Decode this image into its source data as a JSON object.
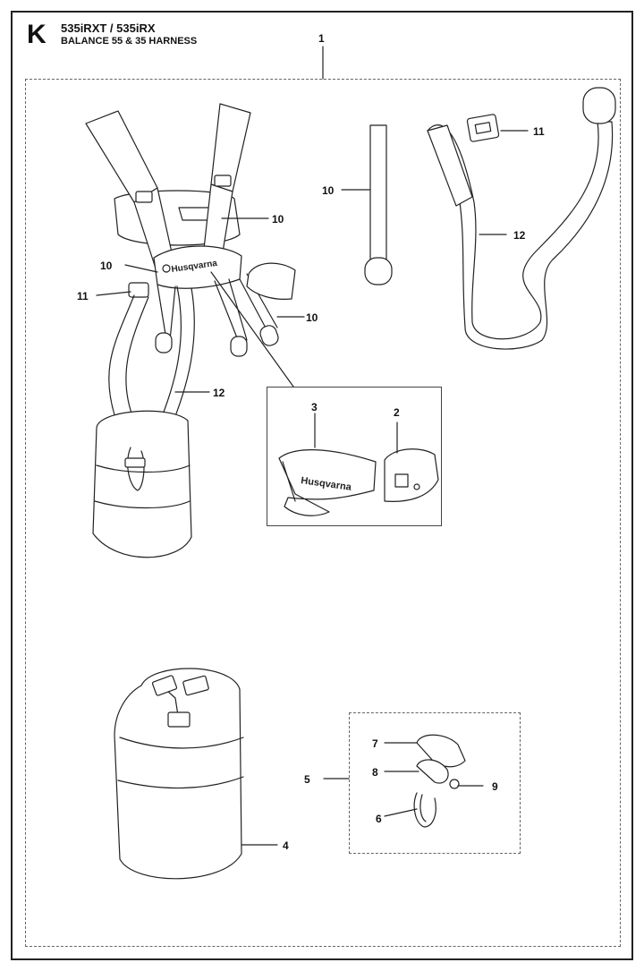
{
  "header": {
    "section_letter": "K",
    "model": "535iRXT / 535iRX",
    "title": "BALANCE 55 & 35 HARNESS"
  },
  "brand": {
    "logo_text": "Husqvarna"
  },
  "callouts": {
    "c1": "1",
    "c2": "2",
    "c3": "3",
    "c4": "4",
    "c5": "5",
    "c6": "6",
    "c7": "7",
    "c8": "8",
    "c9": "9",
    "c10a": "10",
    "c10b": "10",
    "c10c": "10",
    "c10d": "10",
    "c11a": "11",
    "c11b": "11",
    "c12a": "12",
    "c12b": "12"
  }
}
